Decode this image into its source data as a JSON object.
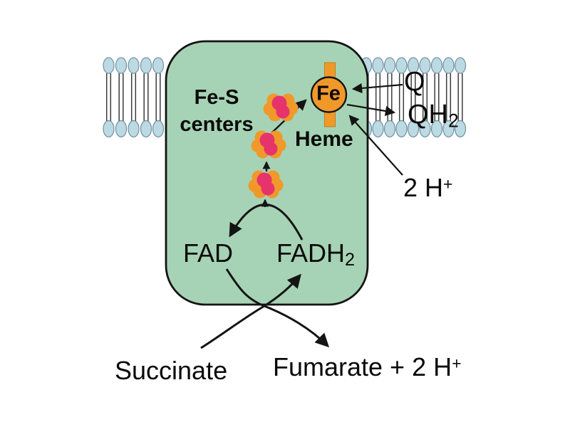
{
  "diagram": {
    "complex": {
      "fes_centers": {
        "line1": "Fe-S",
        "line2": "centers"
      },
      "heme": {
        "label": "Heme",
        "iron": "Fe"
      },
      "fad": "FAD",
      "fadh2": {
        "base": "FADH",
        "sub": "2"
      }
    },
    "quinone": {
      "q": "Q",
      "qh2": {
        "base": "QH",
        "sub": "2"
      },
      "protons": {
        "base": "2 H",
        "sup": "+"
      }
    },
    "reaction": {
      "substrate": "Succinate",
      "products": {
        "base": "Fumarate + 2 H",
        "sup": "+"
      }
    },
    "colors": {
      "background": "#ffffff",
      "complex_fill": "#a6d3b5",
      "outline": "#141414",
      "orange": "#f0992a",
      "pink": "#e7336c",
      "lipid_head_fill": "#bcdae4",
      "lipid_head_stroke": "#74909e"
    }
  }
}
